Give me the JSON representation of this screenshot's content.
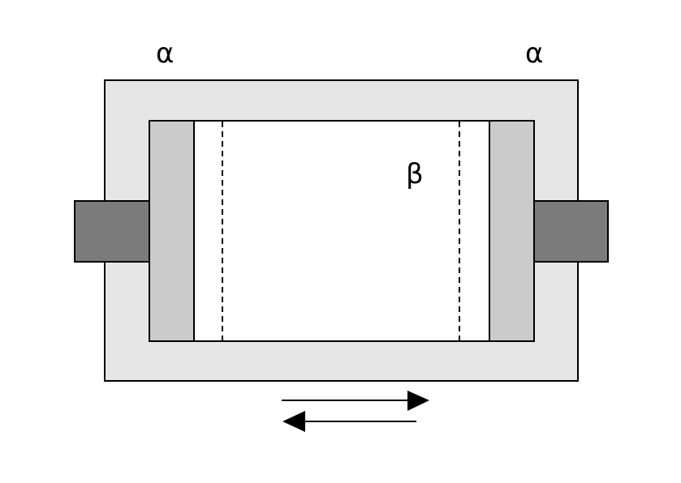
{
  "labels": {
    "alpha_left": "α",
    "alpha_right": "α",
    "beta": "β"
  },
  "colors": {
    "outer_frame": "#e6e6e6",
    "end_blocks": "#cbcbcb",
    "connectors": "#7b7b7b",
    "interior": "#ffffff",
    "stroke": "#000000"
  }
}
